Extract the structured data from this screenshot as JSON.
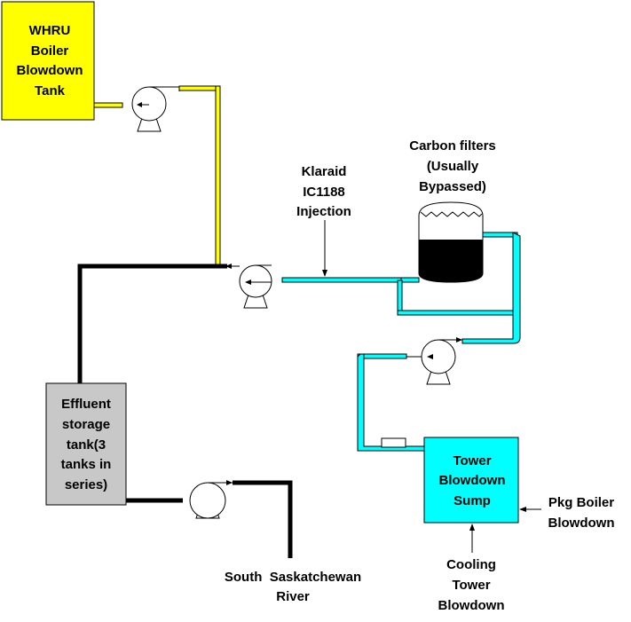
{
  "colors": {
    "whru_tank": "#ffff00",
    "effluent_tank": "#c8c8c8",
    "sump": "#00ffff",
    "yellow_pipe": "#ffff00",
    "cyan_pipe": "#00ffff",
    "black_pipe": "#000000"
  },
  "tanks": {
    "whru": [
      "WHRU",
      "Boiler",
      "Blowdown",
      "Tank"
    ],
    "effluent": [
      "Effluent",
      "storage",
      "tank(3",
      "tanks in",
      "series)"
    ],
    "sump": [
      "Tower",
      "Blowdown",
      "Sump"
    ]
  },
  "labels": {
    "carbon_filters": [
      "Carbon filters",
      "(Usually",
      "Bypassed)"
    ],
    "klaraid": [
      "Klaraid",
      "IC1188",
      "Injection"
    ],
    "river": [
      "South  Saskatchewan",
      "River"
    ],
    "pkg_boiler": [
      "Pkg Boiler",
      "Blowdown"
    ],
    "cooling_tower": [
      "Cooling",
      "Tower",
      "Blowdown"
    ]
  },
  "icons": [
    "pump-icon",
    "carbon-filter-vessel-icon",
    "arrow-icon"
  ]
}
